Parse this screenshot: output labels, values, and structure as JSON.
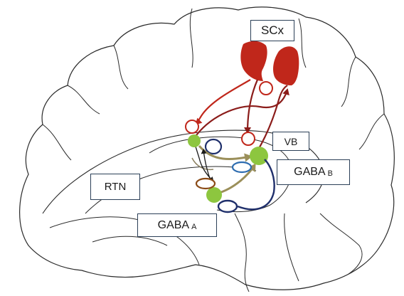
{
  "labels": {
    "scx": "SCx",
    "vb": "VB",
    "gaba_b": {
      "main": "GABA",
      "sub": "B"
    },
    "rtn": "RTN",
    "gaba_a": {
      "main": "GABA",
      "sub": "A"
    }
  },
  "colors": {
    "outline": "#2a2a2a",
    "cortex_red": "#c0271b",
    "dark_red": "#8b1c1a",
    "green": "#8dc63f",
    "navy": "#1f2f6b",
    "olive": "#9b8f5a",
    "brown": "#8a4a16",
    "blue_oval": "#2e6db0",
    "label_border": "#2b3f57"
  }
}
